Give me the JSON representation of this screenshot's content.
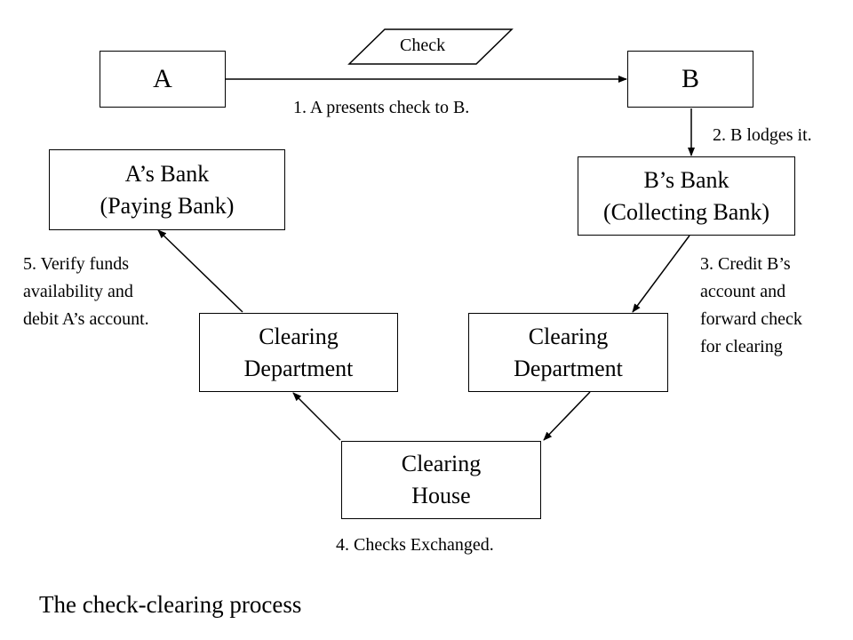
{
  "nodes": {
    "a": "A",
    "b": "B",
    "a_bank": [
      "A’s Bank",
      "(Paying Bank)"
    ],
    "b_bank": [
      "B’s Bank",
      "(Collecting Bank)"
    ],
    "clearing_dept_left": [
      "Clearing",
      "Department"
    ],
    "clearing_dept_right": [
      "Clearing",
      "Department"
    ],
    "clearing_house": [
      "Clearing",
      "House"
    ]
  },
  "check_label": "Check",
  "steps": {
    "step1": "1.  A presents check to B.",
    "step2": "2. B lodges it.",
    "step3": [
      "3. Credit B’s",
      "account and",
      "forward check",
      "for clearing"
    ],
    "step4": "4. Checks Exchanged.",
    "step5": [
      "5. Verify funds",
      "availability and",
      "debit A’s account."
    ]
  },
  "caption": "The check-clearing process"
}
